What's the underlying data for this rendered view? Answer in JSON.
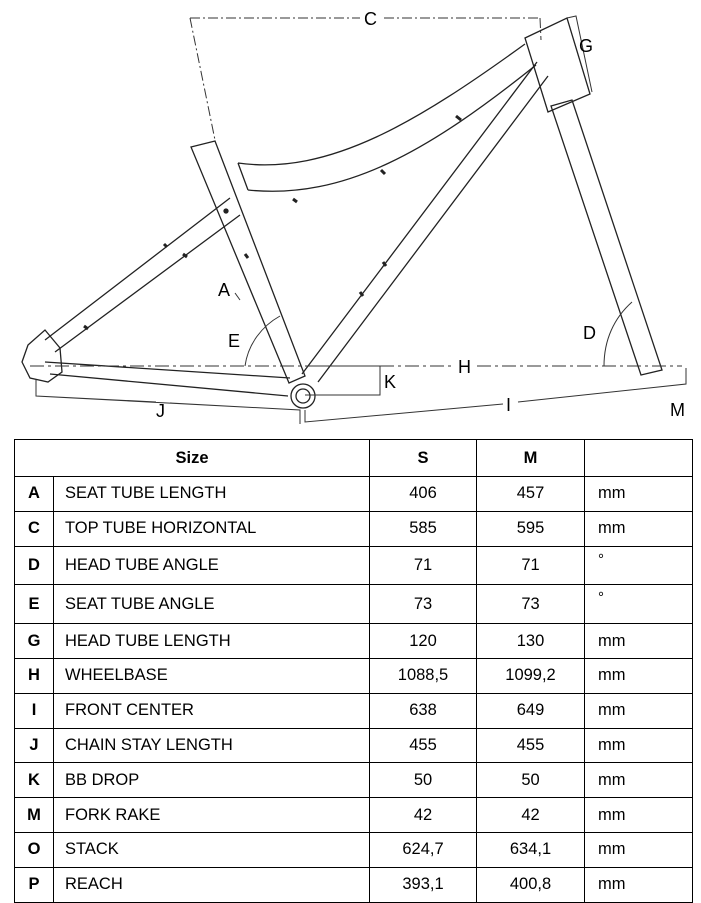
{
  "diagram": {
    "labels": {
      "A": "A",
      "C": "C",
      "D": "D",
      "E": "E",
      "G": "G",
      "H": "H",
      "I": "I",
      "J": "J",
      "K": "K",
      "M": "M"
    }
  },
  "table": {
    "header": {
      "size": "Size",
      "col_s": "S",
      "col_m": "M",
      "unit": ""
    },
    "rows": [
      {
        "code": "A",
        "name": "SEAT TUBE LENGTH",
        "s": "406",
        "m": "457",
        "unit": "mm"
      },
      {
        "code": "C",
        "name": "TOP TUBE HORIZONTAL",
        "s": "585",
        "m": "595",
        "unit": "mm"
      },
      {
        "code": "D",
        "name": "HEAD TUBE ANGLE",
        "s": "71",
        "m": "71",
        "unit": "°"
      },
      {
        "code": "E",
        "name": "SEAT TUBE ANGLE",
        "s": "73",
        "m": "73",
        "unit": "°"
      },
      {
        "code": "G",
        "name": "HEAD TUBE LENGTH",
        "s": "120",
        "m": "130",
        "unit": "mm"
      },
      {
        "code": "H",
        "name": "WHEELBASE",
        "s": "1088,5",
        "m": "1099,2",
        "unit": "mm"
      },
      {
        "code": "I",
        "name": "FRONT CENTER",
        "s": "638",
        "m": "649",
        "unit": "mm"
      },
      {
        "code": "J",
        "name": "CHAIN STAY LENGTH",
        "s": "455",
        "m": "455",
        "unit": "mm"
      },
      {
        "code": "K",
        "name": "BB DROP",
        "s": "50",
        "m": "50",
        "unit": "mm"
      },
      {
        "code": "M",
        "name": "FORK RAKE",
        "s": "42",
        "m": "42",
        "unit": "mm"
      },
      {
        "code": "O",
        "name": "STACK",
        "s": "624,7",
        "m": "634,1",
        "unit": "mm"
      },
      {
        "code": "P",
        "name": "REACH",
        "s": "393,1",
        "m": "400,8",
        "unit": "mm"
      }
    ]
  }
}
